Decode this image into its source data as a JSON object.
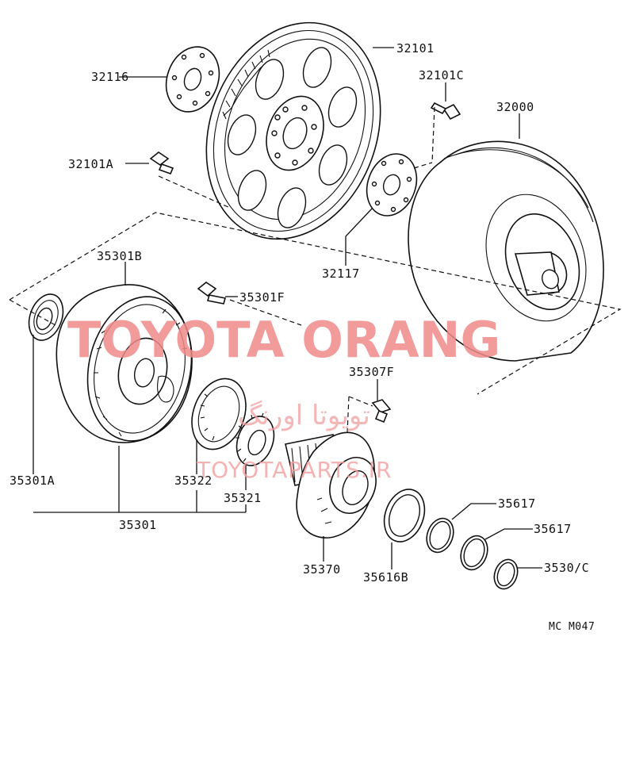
{
  "labels": {
    "p32101": "32101",
    "p32116": "32116",
    "p32101C": "32101C",
    "p32000": "32000",
    "p32101A": "32101A",
    "p32117": "32117",
    "p35301B": "35301B",
    "p35301F": "35301F",
    "p35307F": "35307F",
    "p35301A": "35301A",
    "p35322": "35322",
    "p35321": "35321",
    "p35301": "35301",
    "p35617a": "35617",
    "p35617b": "35617",
    "p35307C": "3530/C",
    "p35370": "35370",
    "p35616B": "35616B"
  },
  "diagram_code": "MC M047",
  "watermark": {
    "main": "TOYOTA ORANG",
    "persian": "تویوتا اورنگ",
    "site": "TOYOTAPARTS.IR"
  }
}
